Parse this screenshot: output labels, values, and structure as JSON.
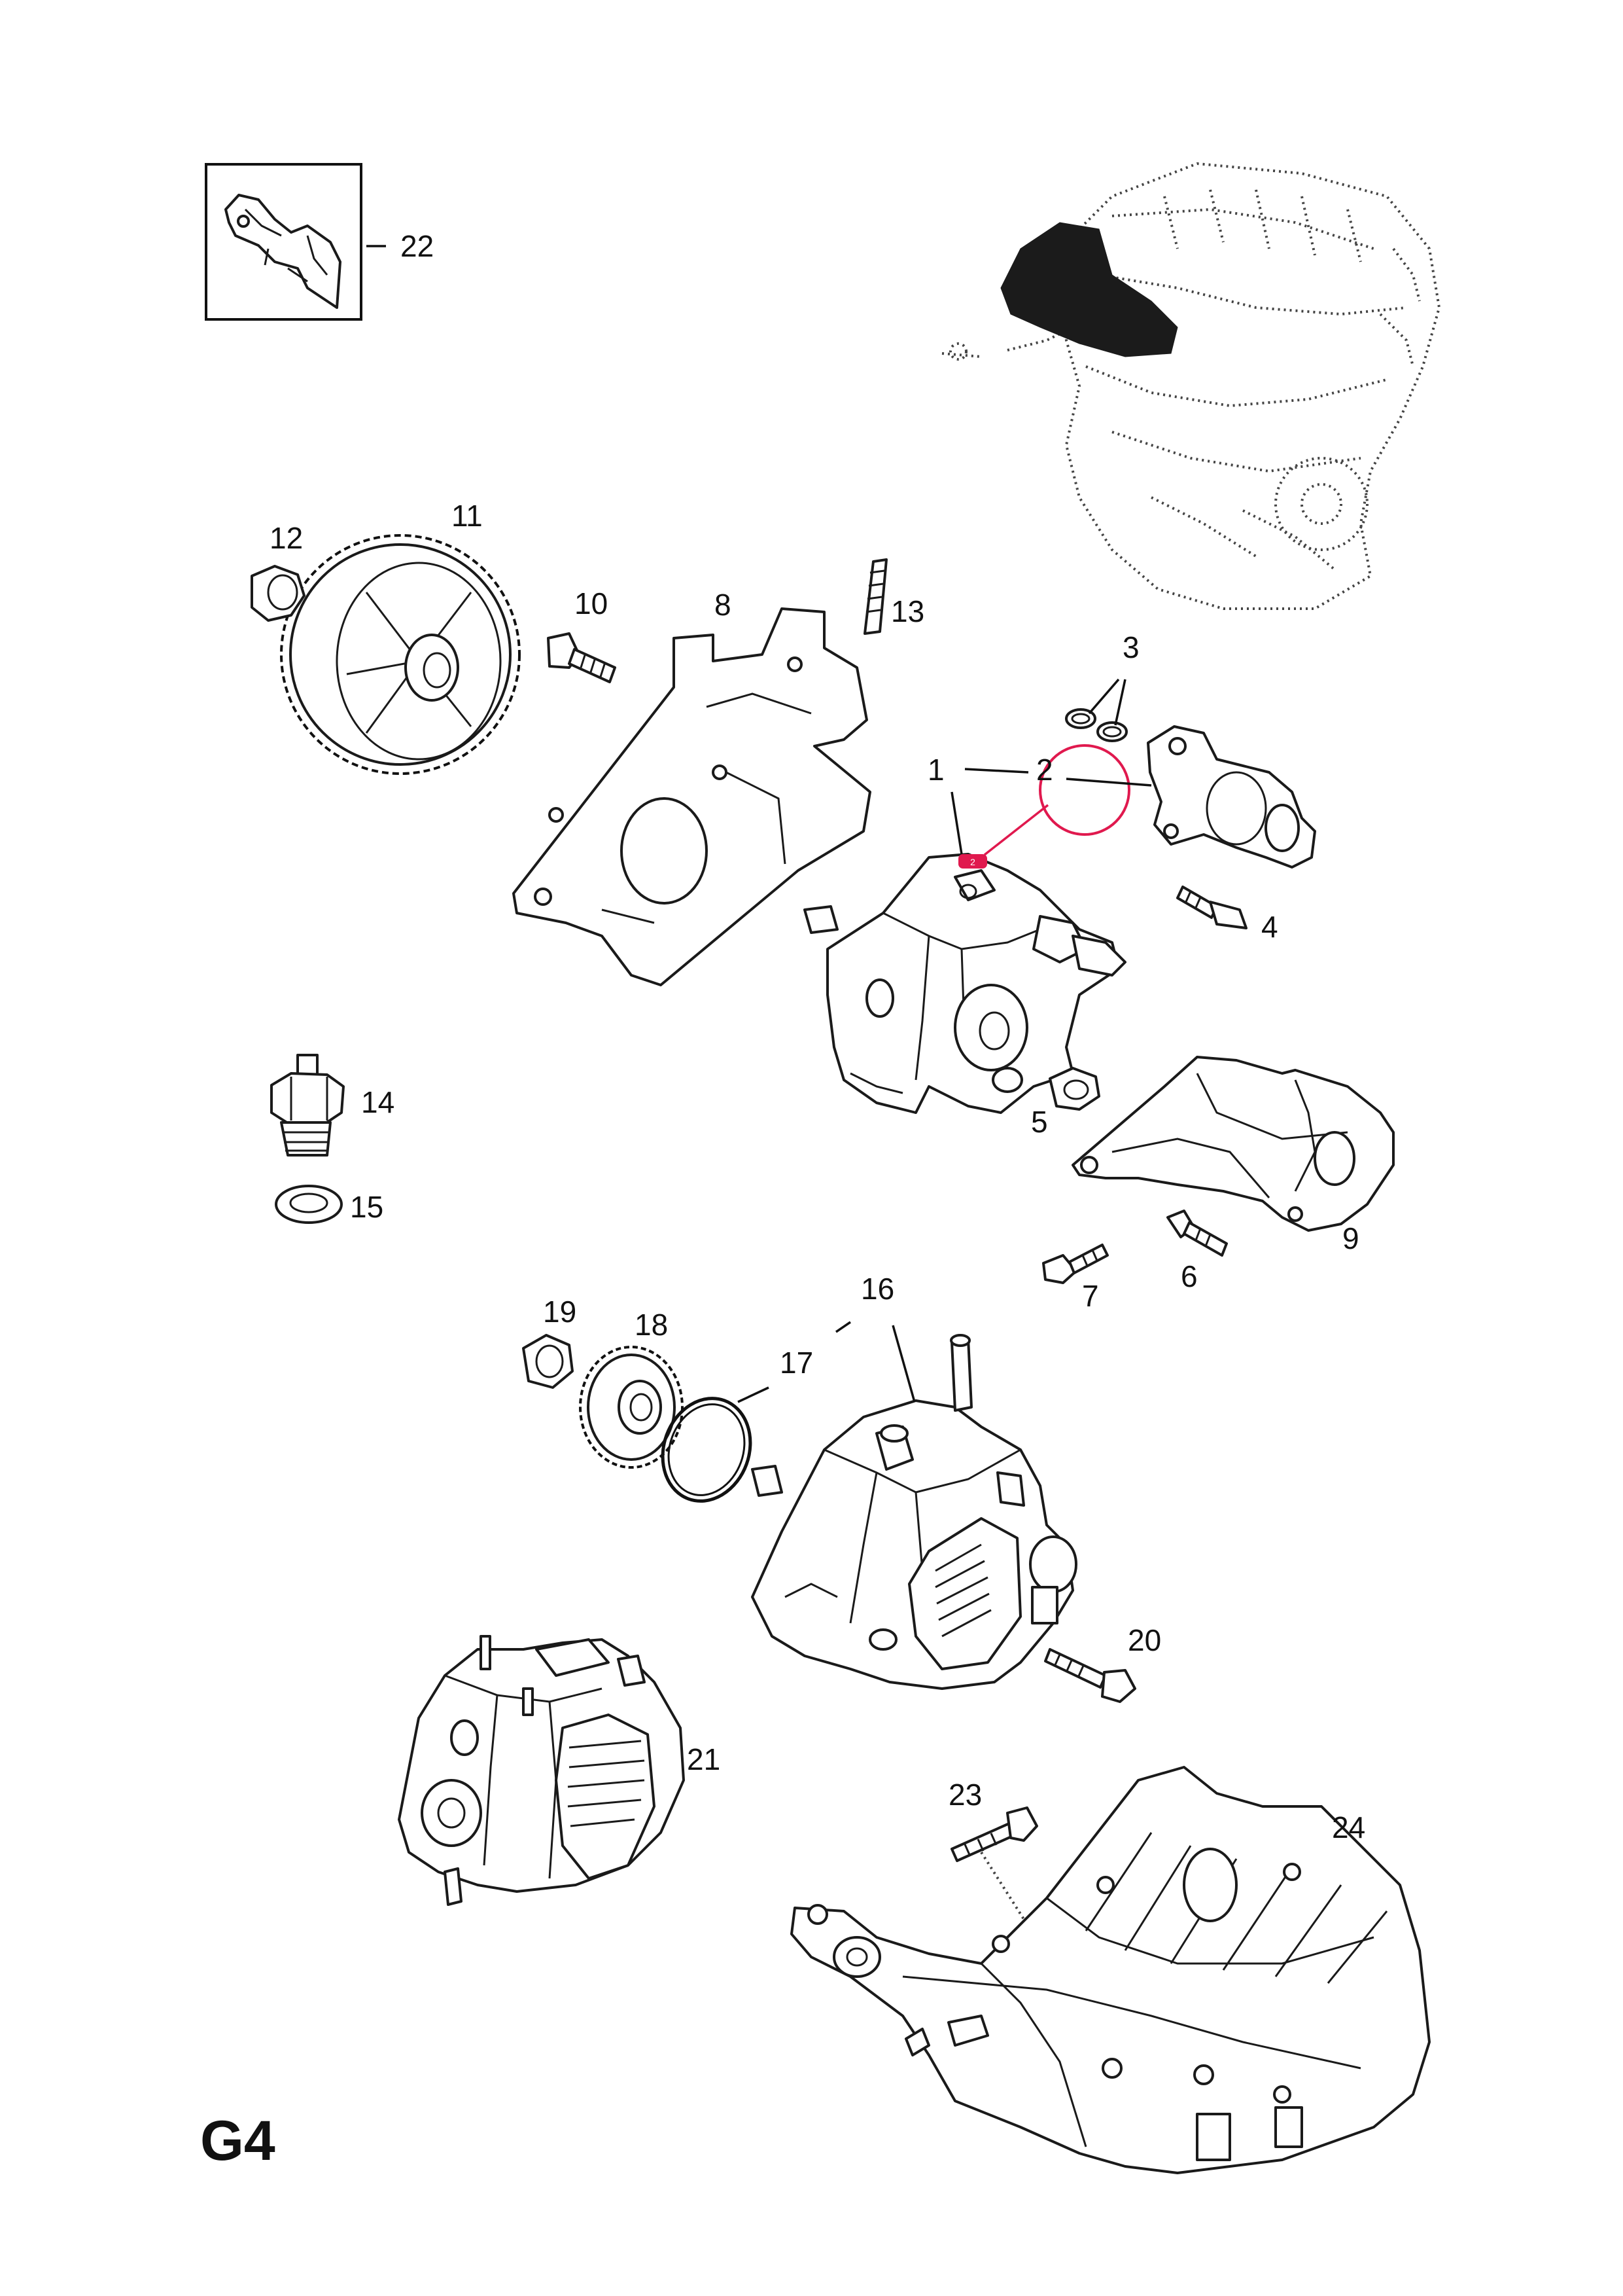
{
  "page": {
    "section_code": "G4"
  },
  "callouts": {
    "c1": "1",
    "c2": "2",
    "c3": "3",
    "c4": "4",
    "c5": "5",
    "c6": "6",
    "c7": "7",
    "c8": "8",
    "c9": "9",
    "c10": "10",
    "c11": "11",
    "c12": "12",
    "c13": "13",
    "c14": "14",
    "c15": "15",
    "c16": "16",
    "c17": "17",
    "c18": "18",
    "c19": "19",
    "c20": "20",
    "c21": "21",
    "c22": "22",
    "c23": "23",
    "c24": "24"
  },
  "highlight": {
    "marker_label": "2",
    "color": "#e0194e"
  }
}
